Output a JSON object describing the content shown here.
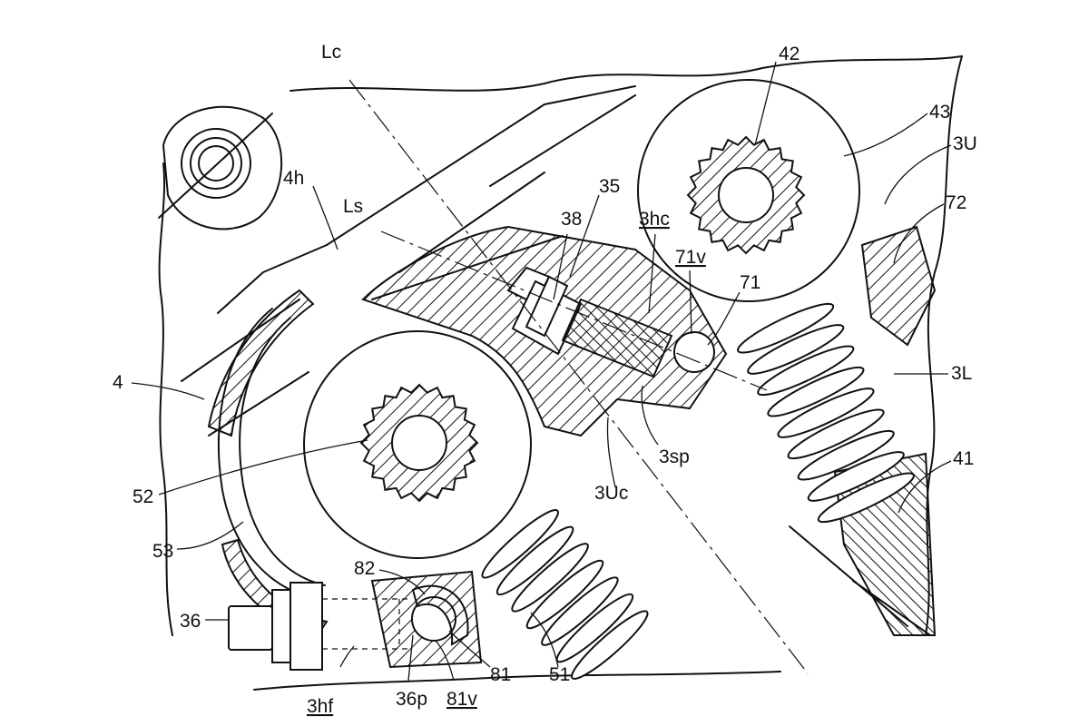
{
  "figure": {
    "labels": {
      "Lc": "Lc",
      "Ls": "Ls",
      "n42": "42",
      "n43": "43",
      "n3U": "3U",
      "n72": "72",
      "n4h": "4h",
      "n35": "35",
      "n38": "38",
      "n3hc": "3hc",
      "n71v": "71v",
      "n71": "71",
      "n3L": "3L",
      "n4": "4",
      "n3sp": "3sp",
      "n41": "41",
      "n52": "52",
      "n3Uc": "3Uc",
      "n53": "53",
      "n82": "82",
      "n36": "36",
      "n81": "81",
      "n51": "51",
      "n36p": "36p",
      "n81v": "81v",
      "n3hf": "3hf"
    }
  }
}
